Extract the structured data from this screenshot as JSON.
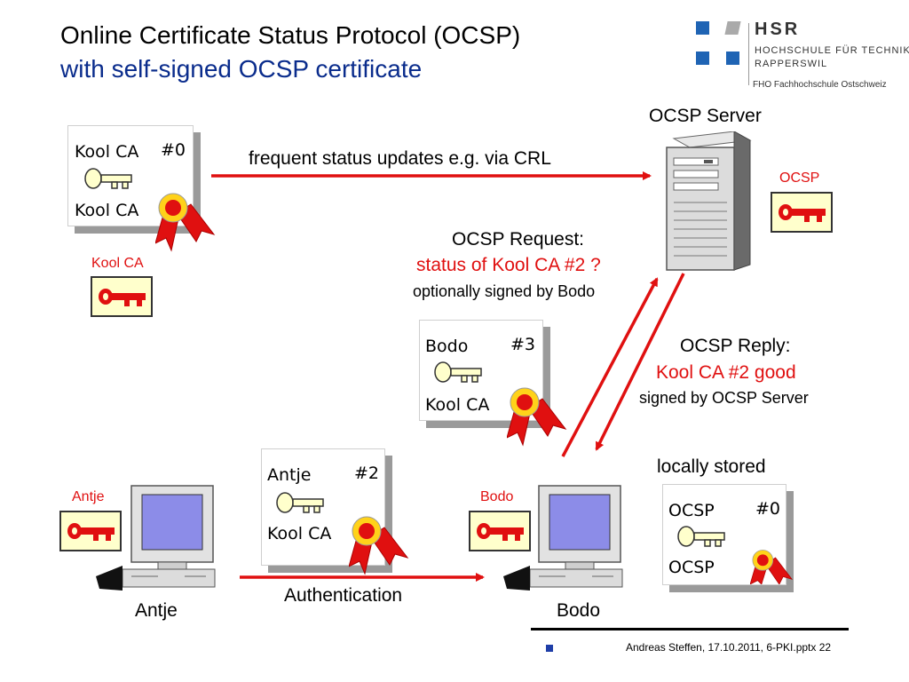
{
  "title": {
    "line1": "Online Certificate Status Protocol  (OCSP)",
    "line2": "with self-signed OCSP certificate"
  },
  "logo": {
    "name": "HSR",
    "line1": "HOCHSCHULE FÜR TECHNIK",
    "line2": "RAPPERSWIL",
    "line3": "FHO Fachhochschule Ostschweiz"
  },
  "kool_ca_cert": {
    "subject": "Kool CA",
    "serial": "#0",
    "issuer": "Kool CA"
  },
  "kool_ca_key_label": "Kool CA",
  "crl_label": "frequent status updates e.g. via CRL",
  "ocsp_server": {
    "label": "OCSP Server",
    "key_label": "OCSP"
  },
  "request": {
    "line1": "OCSP Request:",
    "line2": "status of Kool CA #2 ?",
    "line3": "optionally signed by Bodo"
  },
  "reply": {
    "line1": "OCSP Reply:",
    "line2": "Kool CA #2 good",
    "line3": "signed by OCSP Server"
  },
  "bodo_cert": {
    "subject": "Bodo",
    "serial": "#3",
    "issuer": "Kool CA"
  },
  "antje_cert": {
    "subject": "Antje",
    "serial": "#2",
    "issuer": "Kool CA"
  },
  "ocsp_cert": {
    "heading": "locally stored",
    "subject": "OCSP",
    "serial": "#0",
    "issuer": "OCSP"
  },
  "antje": {
    "key_label": "Antje",
    "name": "Antje"
  },
  "bodo": {
    "key_label": "Bodo",
    "name": "Bodo"
  },
  "auth_label": "Authentication",
  "footer": "Andreas Steffen, 17.10.2011, 6-PKI.pptx 22",
  "colors": {
    "title_blue": "#0a2c8c",
    "accent_red": "#e01010",
    "logo_blue": "#1f64b4",
    "key_yellow": "#ffffcc"
  },
  "icons": [
    "key-icon",
    "seal-icon",
    "server-icon",
    "computer-icon"
  ]
}
